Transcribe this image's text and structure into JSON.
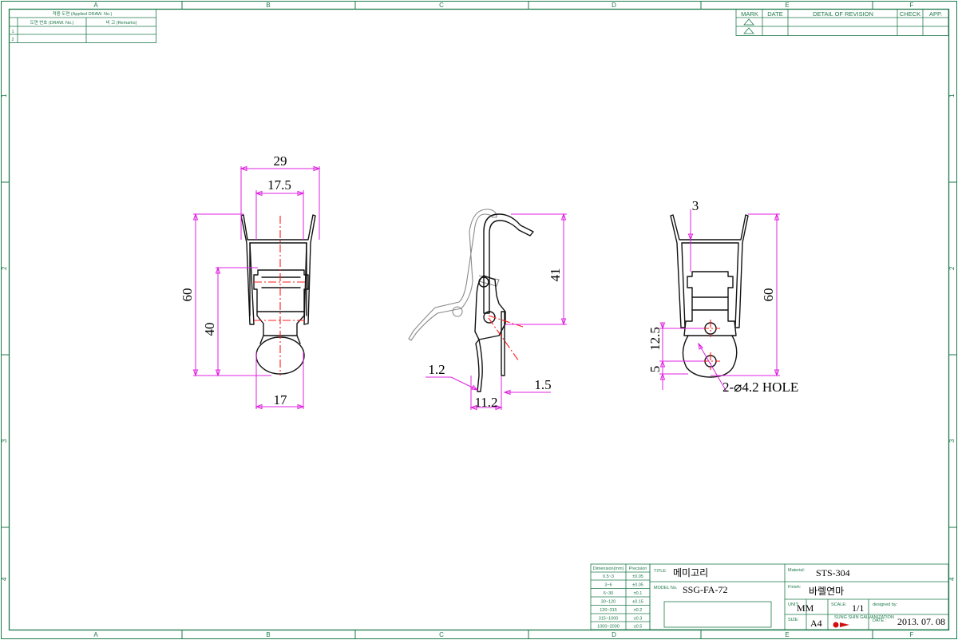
{
  "border": {
    "columns": [
      "A",
      "B",
      "C",
      "D",
      "E",
      "F"
    ],
    "rows": [
      "1",
      "2",
      "3",
      "4"
    ]
  },
  "applied_table": {
    "header": "적용 도면 (Applied DRAW. No.)",
    "col_draw_no": "도면 번호 (DRAW. No.)",
    "col_remarks": "비 고 (Remarks)",
    "row_numbers": [
      "1",
      "2"
    ]
  },
  "revision_table": {
    "mark": "MARK",
    "date": "DATE",
    "detail": "DETAIL OF REVISION",
    "check": "CHECK",
    "app": "APP."
  },
  "dimensions": {
    "front_width_outer": "29",
    "front_width_inner": "17.5",
    "front_height_total": "60",
    "front_height_body": "40",
    "front_width_bottom": "17",
    "side_height": "41",
    "side_thickness_hook": "1.2",
    "side_depth": "11.2",
    "side_thickness_plate": "1.5",
    "rear_offset_top": "3",
    "rear_height_total": "60",
    "rear_hole_pitch": "12.5",
    "rear_hole_bottom": "5",
    "hole_callout": "2-⌀4.2 HOLE"
  },
  "tolerance_table": {
    "col_dimension": "Dimension(mm)",
    "col_precision": "Precision",
    "rows": [
      {
        "range": "0.5~3",
        "tol": "±0.05"
      },
      {
        "range": "3~6",
        "tol": "±0.05"
      },
      {
        "range": "6~30",
        "tol": "±0.1"
      },
      {
        "range": "30~120",
        "tol": "±0.15"
      },
      {
        "range": "120~315",
        "tol": "±0.2"
      },
      {
        "range": "315~1000",
        "tol": "±0.3"
      },
      {
        "range": "1000~2000",
        "tol": "±0.5"
      }
    ]
  },
  "title_block": {
    "title_label": "TITLE:",
    "title_value": "메미고리",
    "model_label": "MODEL No.",
    "model_value": "SSG-FA-72",
    "material_label": "Material:",
    "material_value": "STS-304",
    "finish_label": "Finish:",
    "finish_value": "바렐연마",
    "unit_label": "UNIT:",
    "unit_value": "MM",
    "scale_label": "SCALE:",
    "scale_value": "1/1",
    "designed_label": "designed by:",
    "size_label": "SIZE:",
    "size_value": "A4",
    "logo_text": "SUNG SHIN GALVANIZATION",
    "date_label": "DATE :",
    "date_value": "2013. 07. 08"
  },
  "colors": {
    "frame": "#1d7a4a",
    "dimension": "#e020e0",
    "centerline": "#ff1a1a",
    "part": "#111111"
  }
}
